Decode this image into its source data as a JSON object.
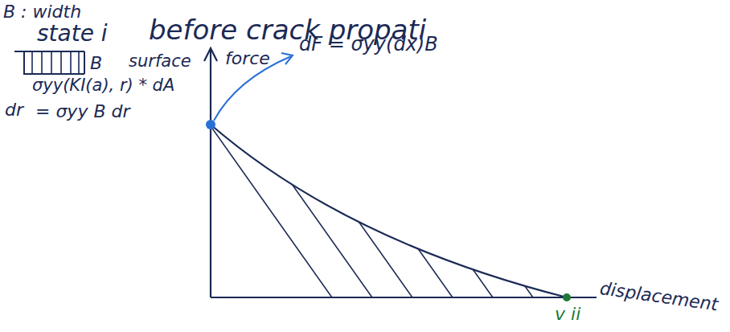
{
  "diagram": {
    "labels": [
      "B : width",
      "state i",
      "before crack propati",
      "surface",
      "force",
      "dF = σyy(dx)B",
      "B",
      "σyy(KI(a), r) * dA",
      "dr",
      "= σyy B dr",
      "v ii",
      "displacement"
    ]
  }
}
